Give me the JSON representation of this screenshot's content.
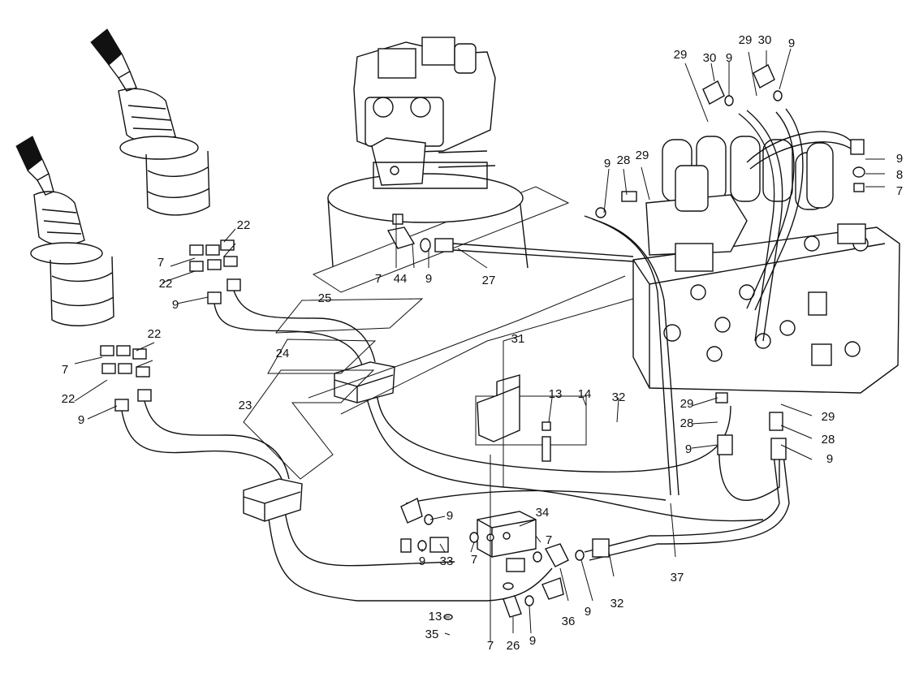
{
  "diagram": {
    "callouts": [
      {
        "id": "c29a",
        "text": "29"
      },
      {
        "id": "c30a",
        "text": "30"
      },
      {
        "id": "c9a",
        "text": "9"
      },
      {
        "id": "c29b",
        "text": "29"
      },
      {
        "id": "c30b",
        "text": "30"
      },
      {
        "id": "c9b",
        "text": "9"
      },
      {
        "id": "c9c",
        "text": "9"
      },
      {
        "id": "c8a",
        "text": "8"
      },
      {
        "id": "c7a",
        "text": "7"
      },
      {
        "id": "c9d",
        "text": "9"
      },
      {
        "id": "c28a",
        "text": "28"
      },
      {
        "id": "c29c",
        "text": "29"
      },
      {
        "id": "c7b",
        "text": "7"
      },
      {
        "id": "c44",
        "text": "44"
      },
      {
        "id": "c9e",
        "text": "9"
      },
      {
        "id": "c27",
        "text": "27"
      },
      {
        "id": "c7c",
        "text": "7"
      },
      {
        "id": "c22a",
        "text": "22"
      },
      {
        "id": "c22b",
        "text": "22"
      },
      {
        "id": "c9f",
        "text": "9"
      },
      {
        "id": "c25",
        "text": "25"
      },
      {
        "id": "c24",
        "text": "24"
      },
      {
        "id": "c31",
        "text": "31"
      },
      {
        "id": "c22c",
        "text": "22"
      },
      {
        "id": "c7d",
        "text": "7"
      },
      {
        "id": "c22d",
        "text": "22"
      },
      {
        "id": "c9g",
        "text": "9"
      },
      {
        "id": "c23",
        "text": "23"
      },
      {
        "id": "c13a",
        "text": "13"
      },
      {
        "id": "c14",
        "text": "14"
      },
      {
        "id": "c32a",
        "text": "32"
      },
      {
        "id": "c29d",
        "text": "29"
      },
      {
        "id": "c28b",
        "text": "28"
      },
      {
        "id": "c9h",
        "text": "9"
      },
      {
        "id": "c29e",
        "text": "29"
      },
      {
        "id": "c28c",
        "text": "28"
      },
      {
        "id": "c9i",
        "text": "9"
      },
      {
        "id": "c9j",
        "text": "9"
      },
      {
        "id": "c34",
        "text": "34"
      },
      {
        "id": "c7e",
        "text": "7"
      },
      {
        "id": "c9k",
        "text": "9"
      },
      {
        "id": "c33",
        "text": "33"
      },
      {
        "id": "c7f",
        "text": "7"
      },
      {
        "id": "c37",
        "text": "37"
      },
      {
        "id": "c32b",
        "text": "32"
      },
      {
        "id": "c9l",
        "text": "9"
      },
      {
        "id": "c36",
        "text": "36"
      },
      {
        "id": "c13b",
        "text": "13"
      },
      {
        "id": "c35",
        "text": "35"
      },
      {
        "id": "c7g",
        "text": "7"
      },
      {
        "id": "c26",
        "text": "26"
      },
      {
        "id": "c9m",
        "text": "9"
      }
    ]
  }
}
